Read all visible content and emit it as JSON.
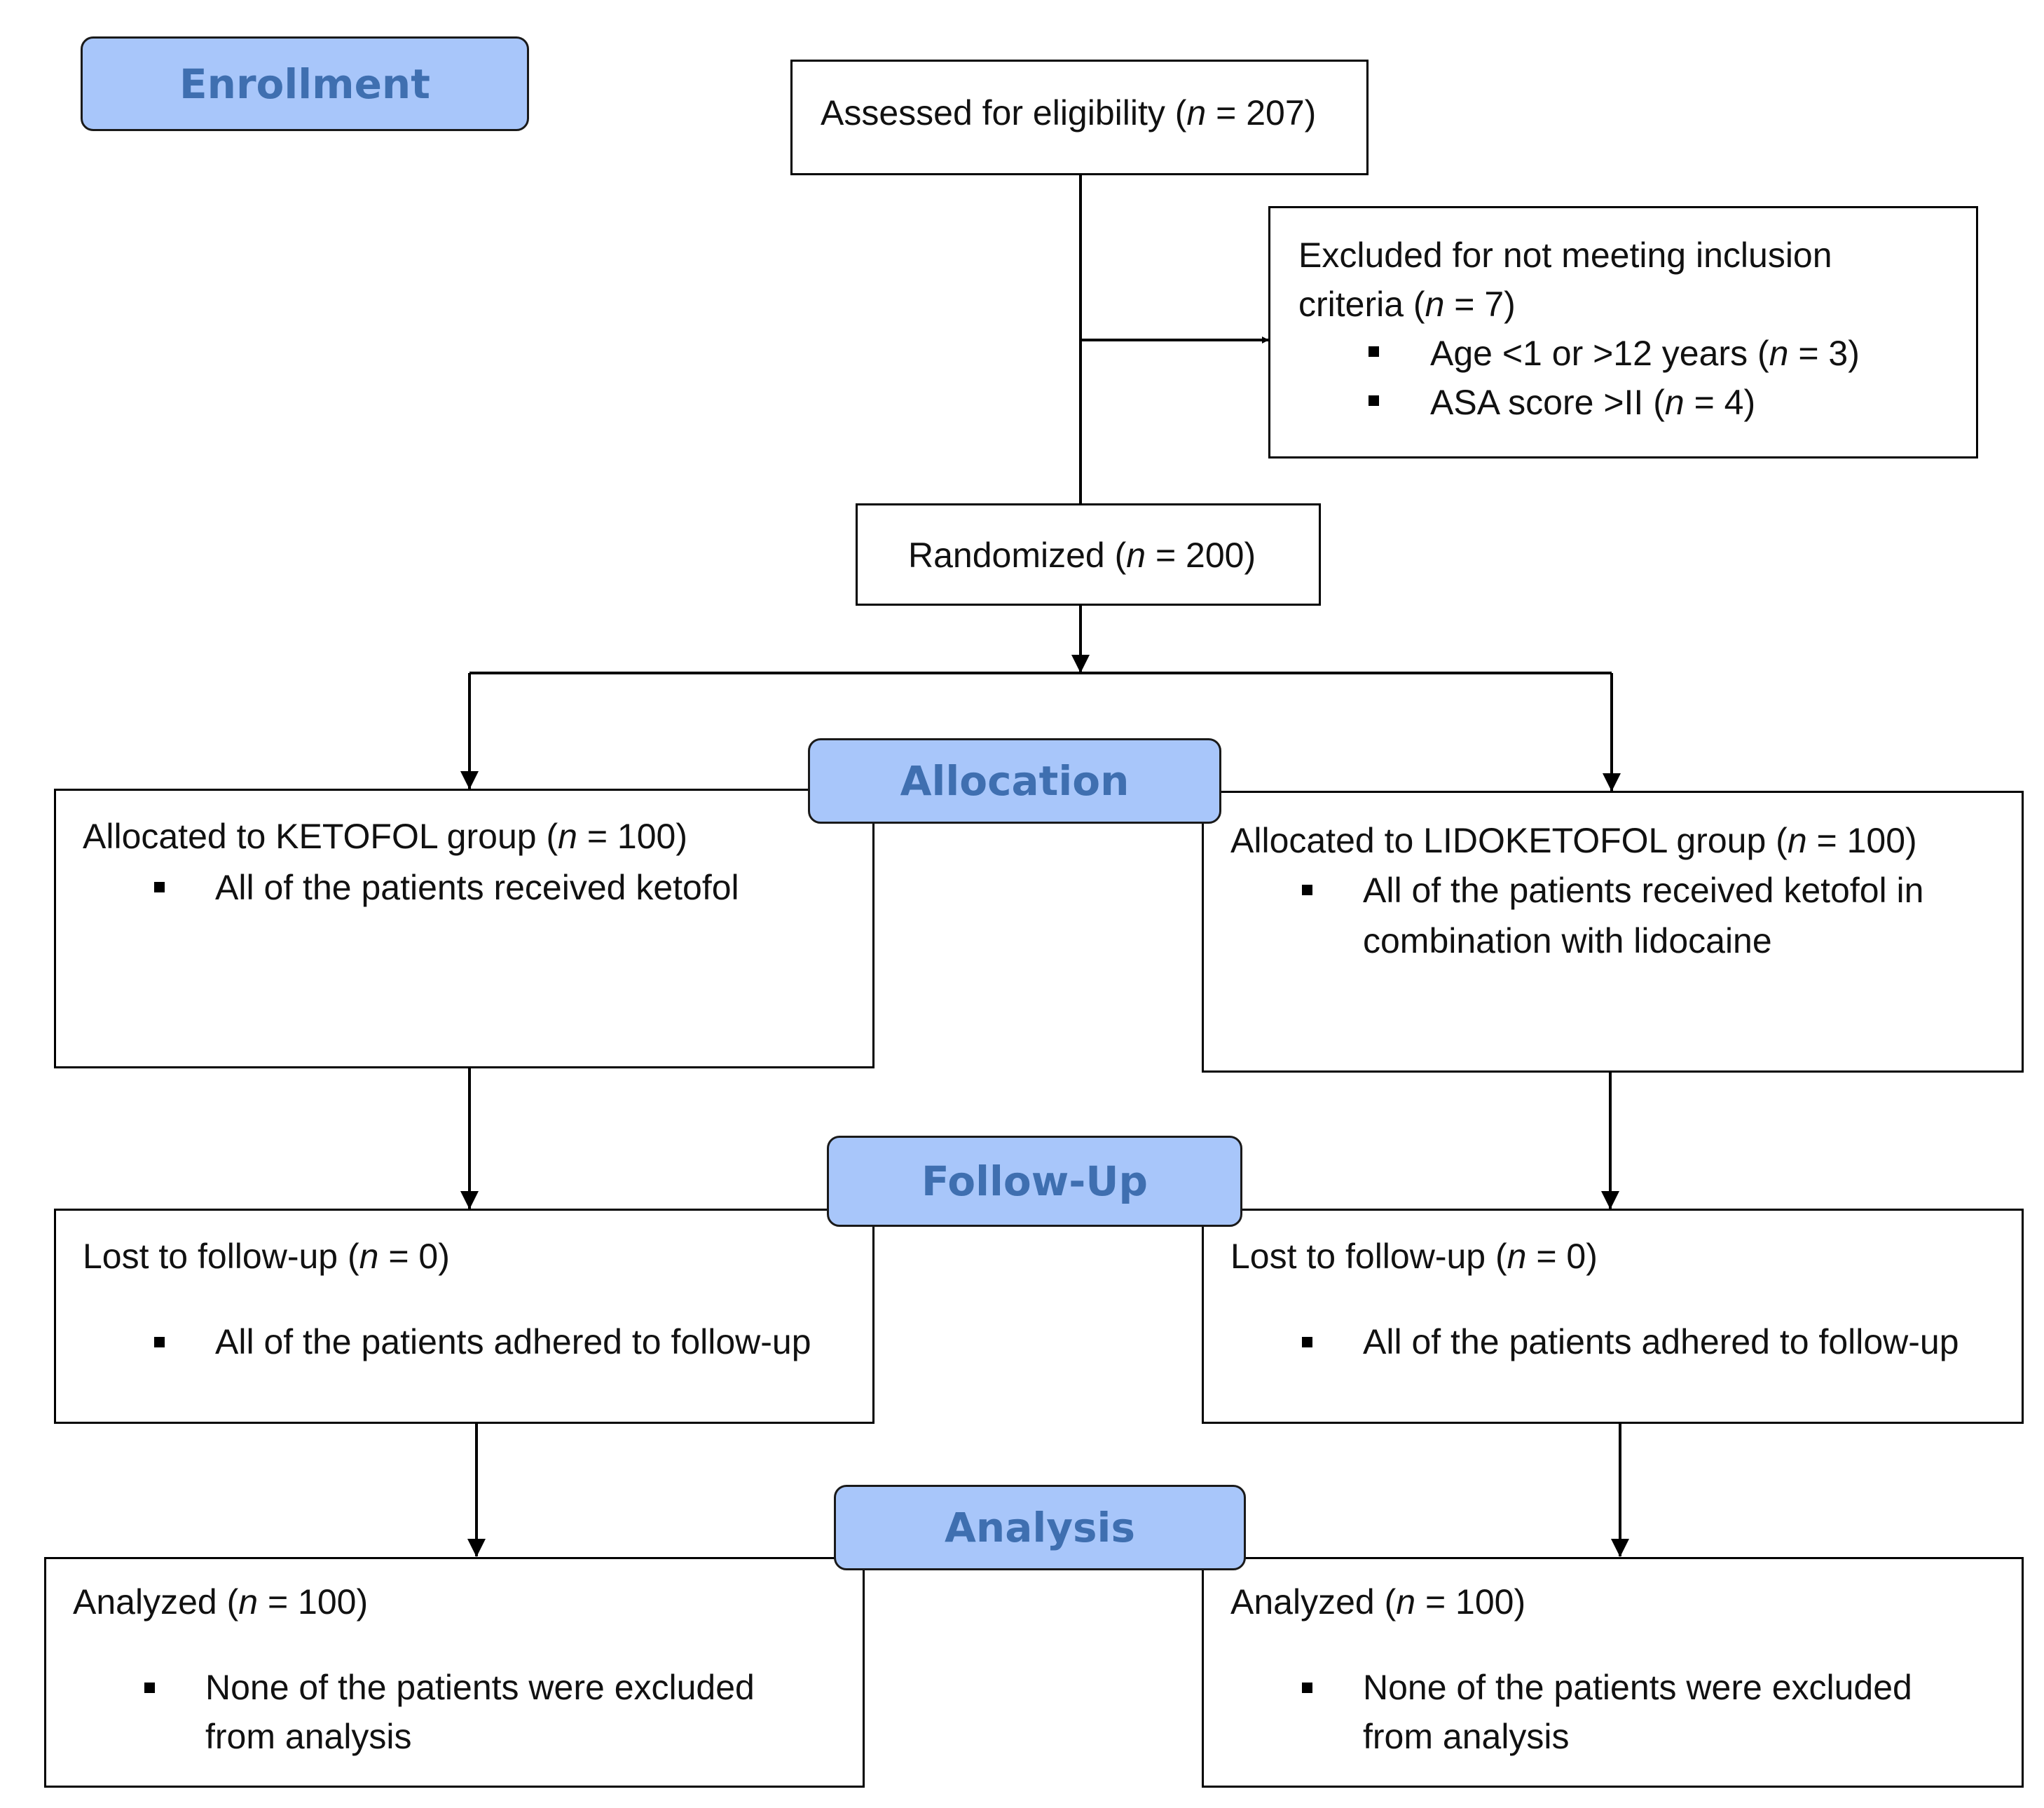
{
  "colors": {
    "stage_fill": "#a8c6fa",
    "stage_text": "#3f6fb0",
    "line": "#000000",
    "box_border": "#000000"
  },
  "stages": {
    "enrollment": "Enrollment",
    "allocation": "Allocation",
    "follow_up": "Follow-Up",
    "analysis": "Analysis"
  },
  "assessed": {
    "label": "Assessed for eligibility (",
    "n_sym": "n",
    "n_val": " = 207)"
  },
  "excluded": {
    "line1": "Excluded for not meeting inclusion",
    "line2_pre": "criteria (",
    "n_sym": "n",
    "line2_val": " = 7)",
    "reasons": [
      {
        "pre": "Age <1 or >12 years (",
        "n_sym": "n",
        "val": " = 3)"
      },
      {
        "pre": "ASA score >II (",
        "n_sym": "n",
        "val": " = 4)"
      }
    ]
  },
  "randomized": {
    "pre": "Randomized (",
    "n_sym": "n",
    "val": " = 200)"
  },
  "left": {
    "allocated": {
      "pre": "Allocated to KETOFOL group (",
      "n_sym": "n",
      "val": " = 100)",
      "bullet": "All of the patients received ketofol"
    },
    "followup": {
      "pre": "Lost to follow-up (",
      "n_sym": "n",
      "val": " = 0)",
      "bullet": "All of the patients adhered to follow-up"
    },
    "analyzed": {
      "pre": "Analyzed (",
      "n_sym": "n",
      "val": " = 100)",
      "bullet_line1": "None of the patients were excluded",
      "bullet_line2": "from analysis"
    }
  },
  "right": {
    "allocated": {
      "pre": "Allocated to LIDOKETOFOL group (",
      "n_sym": "n",
      "val": " = 100)",
      "bullet_line1": "All of the patients received ketofol in",
      "bullet_line2": "combination with lidocaine"
    },
    "followup": {
      "pre": "Lost to follow-up (",
      "n_sym": "n",
      "val": " = 0)",
      "bullet": "All of the patients adhered to follow-up"
    },
    "analyzed": {
      "pre": "Analyzed (",
      "n_sym": "n",
      "val": " = 100)",
      "bullet_line1": "None of the patients were excluded",
      "bullet_line2": "from analysis"
    }
  }
}
